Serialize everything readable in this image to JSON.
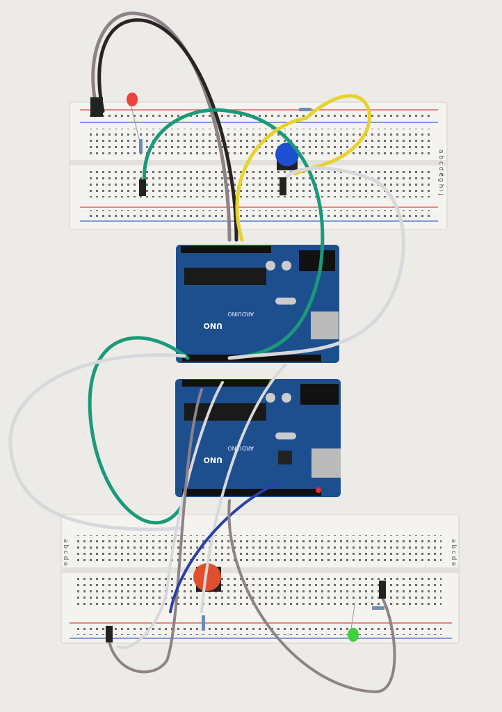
{
  "scene": {
    "board_labels": {
      "uno": "UNO",
      "brand": "ARDUINO"
    },
    "breadboard_rows": "a b c d e",
    "breadboard_rows_2": "f g h i j",
    "colors": {
      "background": "#ecebe7",
      "breadboard": "#f4f3ef",
      "arduino": "#1d4f8f",
      "wire_green": "#1a9a78",
      "wire_yellow": "#e8d22c",
      "wire_black": "#2a2424",
      "wire_gray": "#8d8287",
      "wire_white": "#d8d8dc",
      "wire_blue": "#2b3fa8",
      "button_blue": "#1d4fd0",
      "button_red": "#e0502e",
      "led_red": "#f04040",
      "led_green": "#40d040"
    }
  }
}
